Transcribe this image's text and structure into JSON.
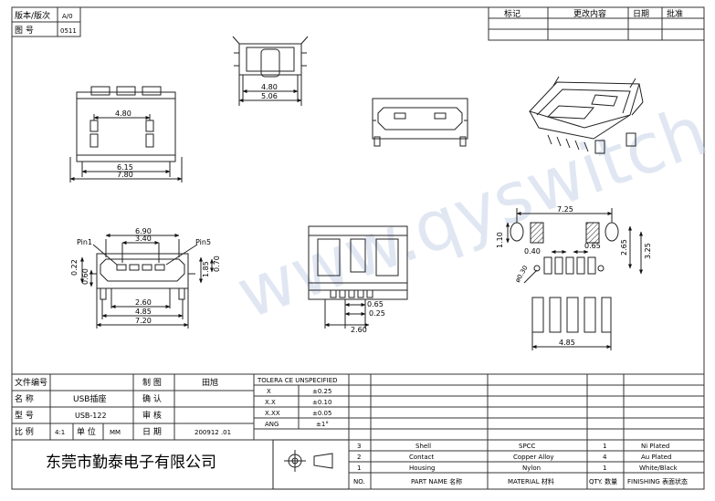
{
  "title_block_top_left": {
    "version_label": "版本/版次",
    "version_value": "A/0",
    "drawing_no_label": "图 号",
    "drawing_no_value": "0511"
  },
  "revision_table": {
    "headers": [
      "标记",
      "更改内容",
      "日期",
      "批准"
    ]
  },
  "watermark": "www.qyswitch.com",
  "dimensions": {
    "top_view": [
      "4.80",
      "5.06"
    ],
    "bottom_view": [
      "4.80",
      "6.15",
      "7.80"
    ],
    "front_view": [
      "Pin1",
      "Pin5",
      "6.90",
      "3.40",
      "0.22",
      "0.60",
      "1.85",
      "0.70",
      "2.60",
      "4.85",
      "7.20"
    ],
    "side_view": [
      "0.65",
      "0.25",
      "2.60"
    ],
    "footprint": [
      "7.25",
      "1.10",
      "0.40",
      "0.65",
      "2.65",
      "3.25",
      "ø0.30",
      "4.85"
    ]
  },
  "info_table": {
    "file_no_label": "文件编号",
    "name_label": "名  称",
    "name_value": "USB插座",
    "model_label": "型  号",
    "model_value": "USB-122",
    "ratio_label": "比  例",
    "ratio_value": "4:1",
    "unit_label": "单 位",
    "unit_value": "MM",
    "draw_label": "制  图",
    "draw_value": "田旭",
    "confirm_label": "确  认",
    "review_label": "审  核",
    "date_label": "日  期",
    "date_value": "200912 .01"
  },
  "tolerance": {
    "header": "TOLERA CE UNSPECIFIED",
    "rows": [
      {
        "k": "X",
        "v": "±0.25"
      },
      {
        "k": "X.X",
        "v": "±0.10"
      },
      {
        "k": "X.XX",
        "v": "±0.05"
      },
      {
        "k": "ANG",
        "v": "±1°"
      }
    ]
  },
  "company": "东莞市勤泰电子有限公司",
  "bom": {
    "rows": [
      {
        "no": "3",
        "part": "Shell",
        "material": "SPCC",
        "qty": "1",
        "finish": "Ni  Plated"
      },
      {
        "no": "2",
        "part": "Contact",
        "material": "Copper  Alloy",
        "qty": "4",
        "finish": "Au  Plated"
      },
      {
        "no": "1",
        "part": "Housing",
        "material": "Nylon",
        "qty": "1",
        "finish": "White/Black"
      }
    ],
    "footer": {
      "no": "NO.",
      "part": "PART  NAME 名称",
      "material": "MATERIAL 材料",
      "qty": "QTY. 数量",
      "finish": "FINISHING 表面状态"
    }
  }
}
